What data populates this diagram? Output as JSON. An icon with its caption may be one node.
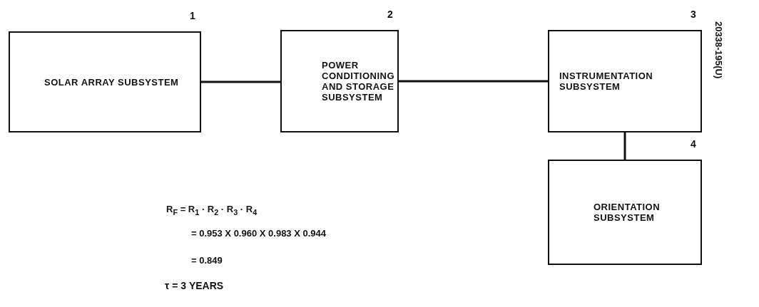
{
  "diagram": {
    "nodes": [
      {
        "text": [
          "SOLAR ARRAY SUBSYSTEM"
        ],
        "beside": [
          "1"
        ]
      },
      {
        "text": [
          "POWER CONDITIONING AND STORAGE SUBSYSTEM"
        ],
        "beside": [
          "2"
        ]
      },
      {
        "text": [
          "INSTRUMENTATION SUBSYSTEM"
        ],
        "beside": [
          "3"
        ]
      },
      {
        "text": [
          "ORIENTATION SUBSYSTEM"
        ],
        "beside": [
          "4"
        ]
      }
    ],
    "edges": [
      {
        "from": 0,
        "to": 1,
        "arrow": "none"
      },
      {
        "from": 1,
        "to": 2,
        "arrow": "none"
      },
      {
        "from": 2,
        "to": 3,
        "arrow": "none"
      }
    ],
    "labels": [
      "20338-195(U)",
      "R$_{F}$ = R$_{1}$ · R$_{2}$ · R$_{3}$ · R$_{4}$",
      "= 0.953 X 0.960 X 0.983 X 0.944",
      "= 0.849",
      "τ = 3 YEARS"
    ]
  }
}
